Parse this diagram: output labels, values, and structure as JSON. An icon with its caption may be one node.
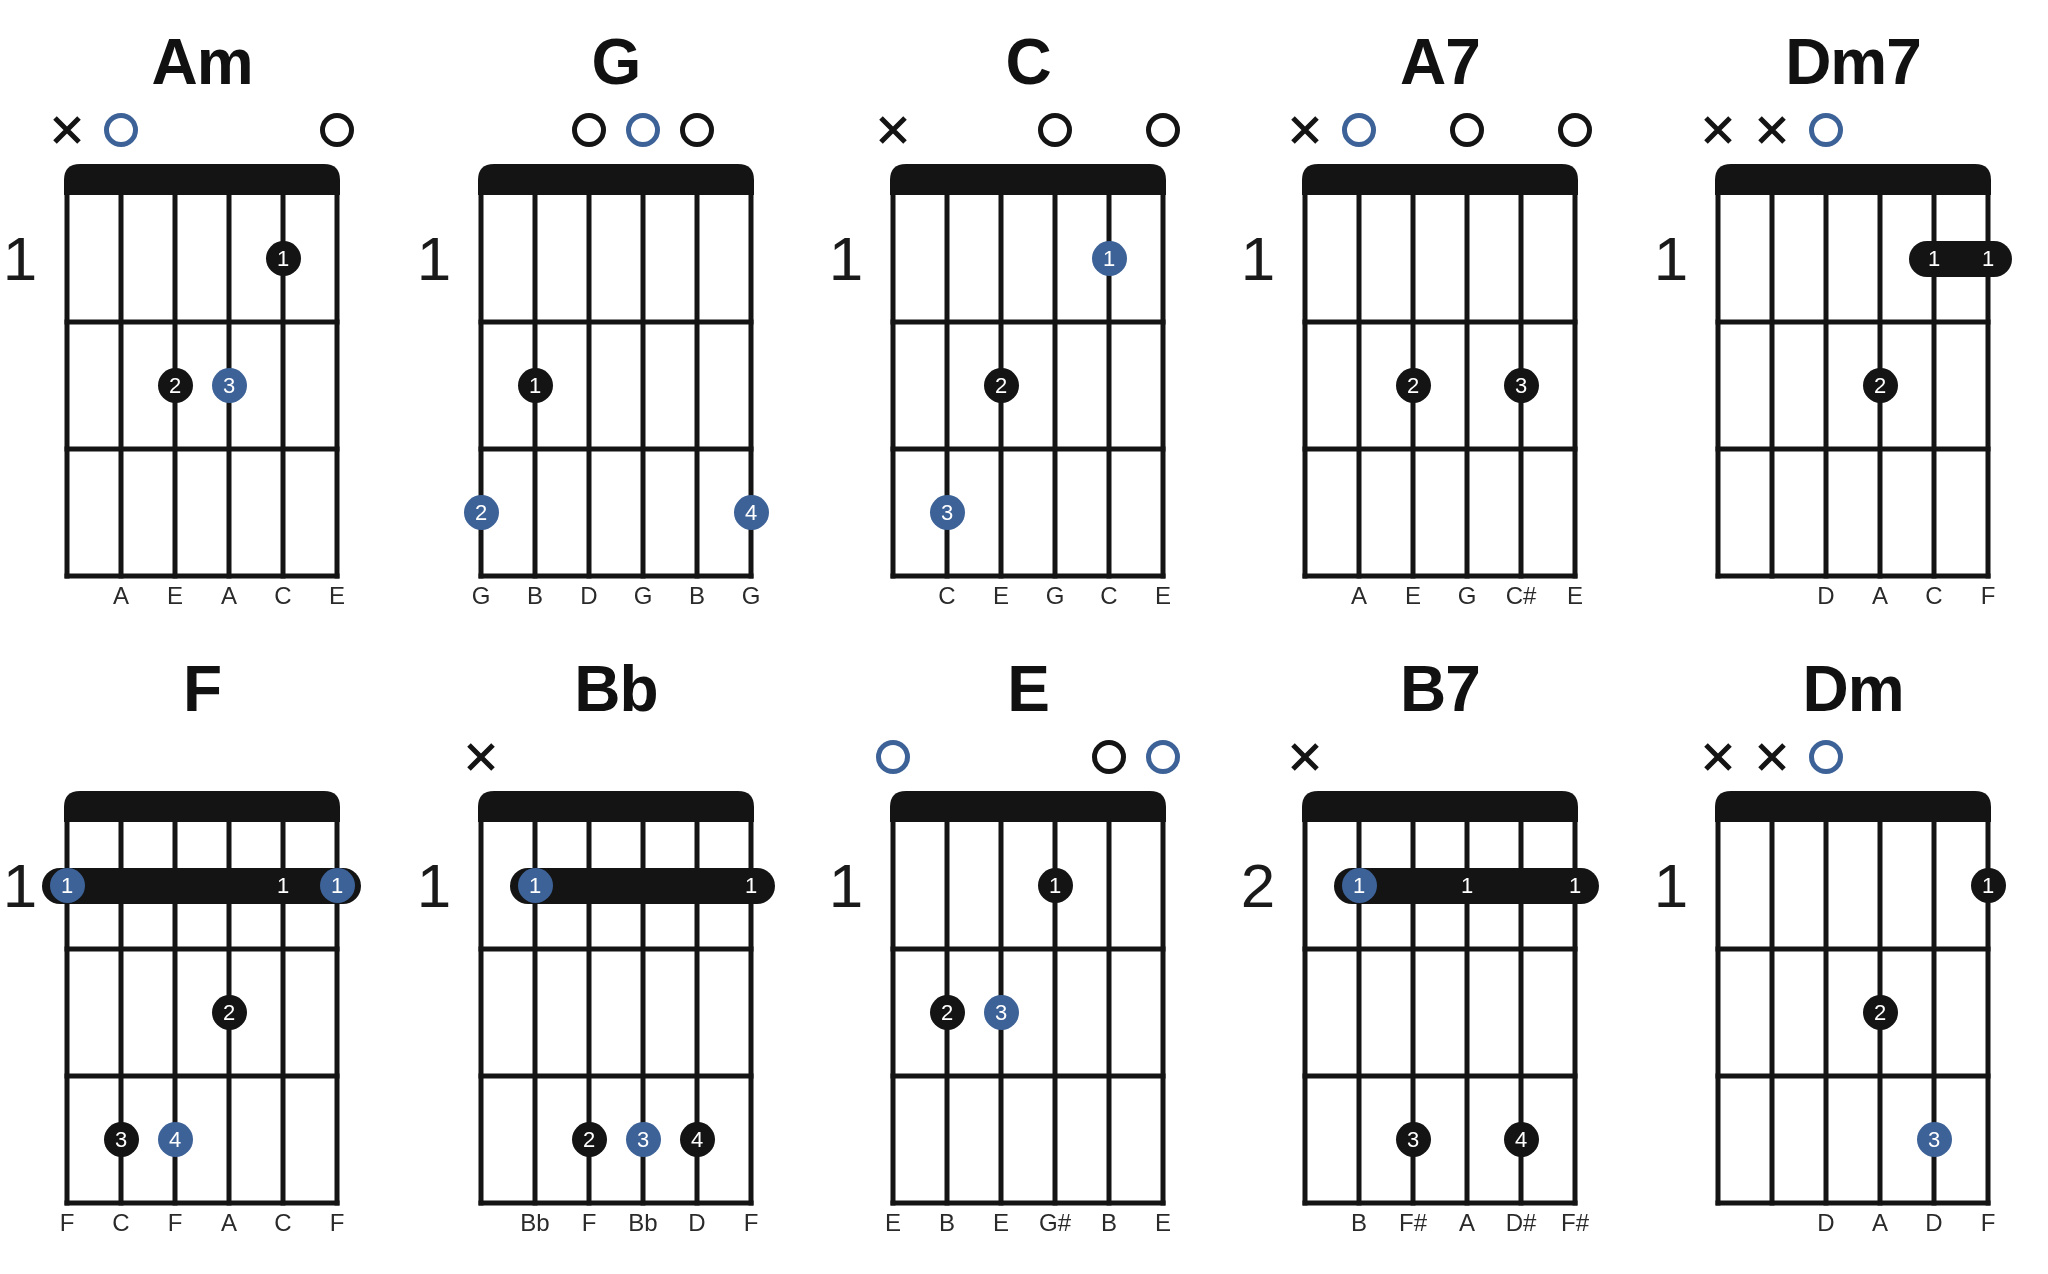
{
  "diagram": {
    "nodes": [
      {
        "text": [
          "Am"
        ],
        "beside": [
          "1",
          "A",
          "E",
          "A",
          "C",
          "E"
        ]
      },
      {
        "text": [],
        "shape": "cross",
        "in": 0
      },
      {
        "text": [],
        "shape": "circle",
        "in": 0
      },
      {
        "text": [],
        "shape": "circle",
        "in": 0
      },
      {
        "text": [
          "1"
        ],
        "in": 0
      },
      {
        "text": [
          "2"
        ],
        "in": 0
      },
      {
        "text": [
          "3"
        ],
        "in": 0
      },
      {
        "text": [
          "G"
        ],
        "beside": [
          "1",
          "G",
          "B",
          "D",
          "G",
          "B",
          "G"
        ]
      },
      {
        "text": [],
        "shape": "circle",
        "in": 7
      },
      {
        "text": [],
        "shape": "circle",
        "in": 7
      },
      {
        "text": [],
        "shape": "circle",
        "in": 7
      },
      {
        "text": [
          "1"
        ],
        "in": 7
      },
      {
        "text": [
          "2"
        ],
        "in": 7
      },
      {
        "text": [
          "4"
        ],
        "in": 7
      },
      {
        "text": [
          "C"
        ],
        "beside": [
          "1",
          "C",
          "E",
          "G",
          "C",
          "E"
        ]
      },
      {
        "text": [],
        "shape": "cross",
        "in": 14
      },
      {
        "text": [],
        "shape": "circle",
        "in": 14
      },
      {
        "text": [],
        "shape": "circle",
        "in": 14
      },
      {
        "text": [
          "1"
        ],
        "in": 14
      },
      {
        "text": [
          "2"
        ],
        "in": 14
      },
      {
        "text": [
          "3"
        ],
        "in": 14
      },
      {
        "text": [
          "A7"
        ],
        "beside": [
          "1",
          "A",
          "E",
          "G",
          "C#",
          "E"
        ]
      },
      {
        "text": [],
        "shape": "cross",
        "in": 21
      },
      {
        "text": [],
        "shape": "circle",
        "in": 21
      },
      {
        "text": [],
        "shape": "circle",
        "in": 21
      },
      {
        "text": [],
        "shape": "circle",
        "in": 21
      },
      {
        "text": [
          "2"
        ],
        "in": 21
      },
      {
        "text": [
          "3"
        ],
        "in": 21
      },
      {
        "text": [
          "Dm7"
        ],
        "beside": [
          "1",
          "D",
          "A",
          "C",
          "F"
        ]
      },
      {
        "text": [],
        "shape": "cross",
        "in": 28
      },
      {
        "text": [],
        "shape": "cross",
        "in": 28
      },
      {
        "text": [],
        "shape": "circle",
        "in": 28
      },
      {
        "text": [
          "1",
          "1"
        ],
        "in": 28
      },
      {
        "text": [
          "2"
        ],
        "in": 28
      },
      {
        "text": [
          "F"
        ],
        "beside": [
          "1",
          "F",
          "C",
          "F",
          "A",
          "C",
          "F"
        ]
      },
      {
        "text": [
          "1"
        ],
        "in": 34
      },
      {
        "text": [
          "1"
        ],
        "in": 35
      },
      {
        "text": [
          "1"
        ],
        "in": 35
      },
      {
        "text": [
          "2"
        ],
        "in": 34
      },
      {
        "text": [
          "3"
        ],
        "in": 34
      },
      {
        "text": [
          "4"
        ],
        "in": 34
      },
      {
        "text": [
          "Bb"
        ],
        "beside": [
          "1",
          "Bb",
          "F",
          "Bb",
          "D",
          "F"
        ]
      },
      {
        "text": [],
        "shape": "cross",
        "in": 41
      },
      {
        "text": [
          "1"
        ],
        "in": 41
      },
      {
        "text": [
          "1"
        ],
        "in": 43
      },
      {
        "text": [
          "2"
        ],
        "in": 41
      },
      {
        "text": [
          "3"
        ],
        "in": 41
      },
      {
        "text": [
          "4"
        ],
        "in": 41
      },
      {
        "text": [
          "E"
        ],
        "beside": [
          "1",
          "E",
          "B",
          "E",
          "G#",
          "B",
          "E"
        ]
      },
      {
        "text": [],
        "shape": "circle",
        "in": 48
      },
      {
        "text": [],
        "shape": "circle",
        "in": 48
      },
      {
        "text": [],
        "shape": "circle",
        "in": 48
      },
      {
        "text": [
          "1"
        ],
        "in": 48
      },
      {
        "text": [
          "2"
        ],
        "in": 48
      },
      {
        "text": [
          "3"
        ],
        "in": 48
      },
      {
        "text": [
          "B7"
        ],
        "beside": [
          "2",
          "B",
          "F#",
          "A",
          "D#",
          "F#"
        ]
      },
      {
        "text": [],
        "shape": "cross",
        "in": 55
      },
      {
        "text": [
          "1",
          "1"
        ],
        "in": 55
      },
      {
        "text": [
          "1"
        ],
        "in": 57
      },
      {
        "text": [
          "3"
        ],
        "in": 55
      },
      {
        "text": [
          "4"
        ],
        "in": 55
      },
      {
        "text": [
          "Dm"
        ],
        "beside": [
          "1",
          "D",
          "A",
          "D",
          "F"
        ]
      },
      {
        "text": [],
        "shape": "cross",
        "in": 61
      },
      {
        "text": [],
        "shape": "cross",
        "in": 61
      },
      {
        "text": [],
        "shape": "circle",
        "in": 61
      },
      {
        "text": [
          "1"
        ],
        "in": 61
      },
      {
        "text": [
          "2"
        ],
        "in": 61
      },
      {
        "text": [
          "3"
        ],
        "in": 61
      }
    ]
  }
}
